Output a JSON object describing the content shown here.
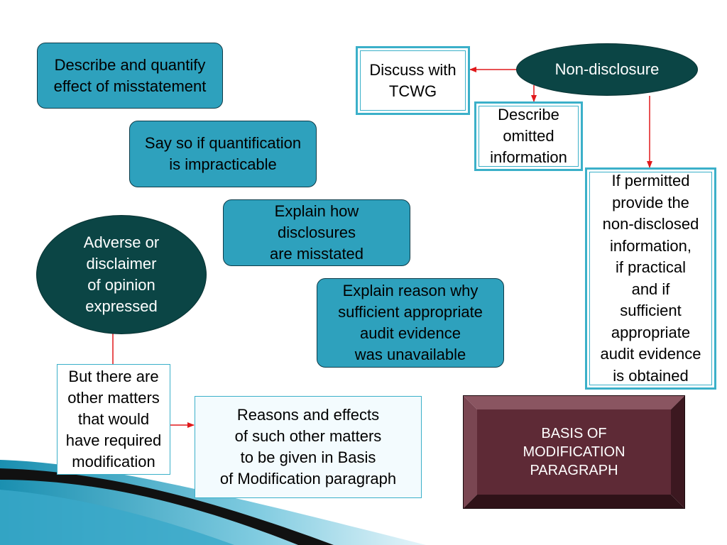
{
  "nodes": {
    "describe_quantify": "Describe and quantify\neffect of misstatement",
    "say_so": "Say so if quantification\nis impracticable",
    "explain_disclosures": "Explain how\ndisclosures\nare misstated",
    "explain_reason": "Explain reason why\nsufficient appropriate\naudit evidence\nwas unavailable",
    "adverse": "Adverse or\ndisclaimer\nof opinion\nexpressed",
    "other_matters": "But there are\nother matters\nthat would\nhave required\nmodification",
    "reasons_effects": "Reasons and effects\nof such other matters\nto be given in Basis\nof Modification paragraph",
    "discuss_tcwg": "Discuss with\nTCWG",
    "non_disclosure": "Non-disclosure",
    "describe_omitted": "Describe\nomitted\ninformation",
    "if_permitted": "If permitted\nprovide the\nnon-disclosed\ninformation,\nif practical\nand if\nsufficient\nappropriate\naudit evidence\nis obtained",
    "basis_title": "BASIS OF\nMODIFICATION\nPARAGRAPH"
  },
  "colors": {
    "teal_box": "#2ea1bd",
    "dark_ellipse": "#0b4545",
    "arrow": "#e0191b",
    "box_border": "#3bb0c9",
    "basis_face": "#5e2a36"
  }
}
